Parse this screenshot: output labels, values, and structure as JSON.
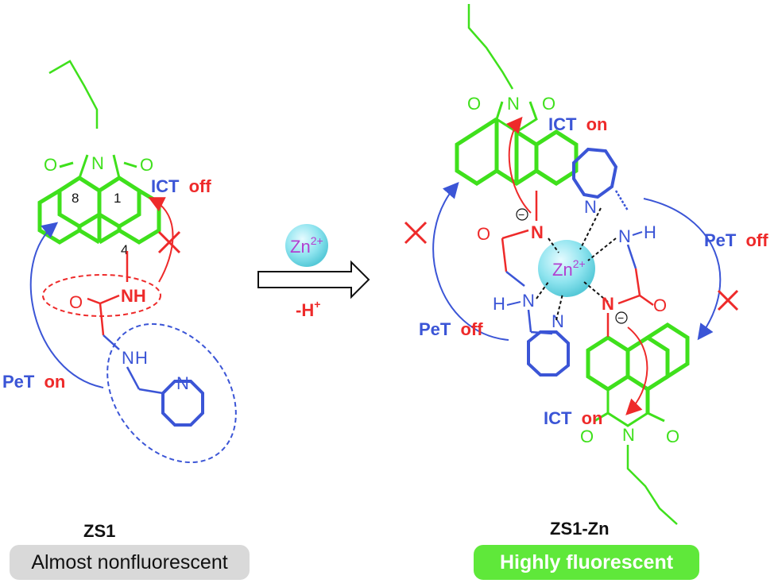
{
  "left": {
    "compound_name": "ZS1",
    "caption": "Almost nonfluorescent",
    "ict_label": "ICT",
    "ict_state": "off",
    "pet_label": "PeT",
    "pet_state": "on",
    "positions": [
      "8",
      "1",
      "4"
    ],
    "atoms": {
      "imide_n": "N",
      "o_left": "O",
      "o_right": "O",
      "amide_nh": "NH",
      "amide_o": "O",
      "amine_n": "N",
      "amine_h": "H",
      "pyr_n": "N"
    }
  },
  "reaction": {
    "reagent": "Zn",
    "reagent_charge": "2+",
    "byproduct": "-H",
    "byproduct_charge": "+"
  },
  "right": {
    "compound_name": "ZS1-Zn",
    "caption": "Highly fluorescent",
    "ict_top_label": "ICT",
    "ict_top_state": "on",
    "ict_bottom_label": "ICT",
    "ict_bottom_state": "on",
    "pet_left_label": "PeT",
    "pet_left_state": "off",
    "pet_right_label": "PeT",
    "pet_right_state": "off",
    "metal": "Zn",
    "metal_charge": "2+",
    "minus": "−",
    "atoms": {
      "top_imide_n": "N",
      "top_o1": "O",
      "top_o2": "O",
      "top_amide_n": "N",
      "top_amide_o": "O",
      "top_amine_n": "N",
      "top_amine_h": "H",
      "top_pyr_n": "N",
      "bot_imide_n": "N",
      "bot_o1": "O",
      "bot_o2": "O",
      "bot_amide_n": "N",
      "bot_amide_o": "O",
      "bot_amine_n": "N",
      "bot_amine_h": "H",
      "bot_pyr_n": "N"
    }
  },
  "colors": {
    "green": "#3fe01c",
    "red": "#ee2a2a",
    "blue": "#3b55d6",
    "magenta": "#b23fd0",
    "zn_sphere": "#8fe4ef",
    "pill_gray": "#d9d9d9",
    "pill_green": "#5fe83a"
  }
}
